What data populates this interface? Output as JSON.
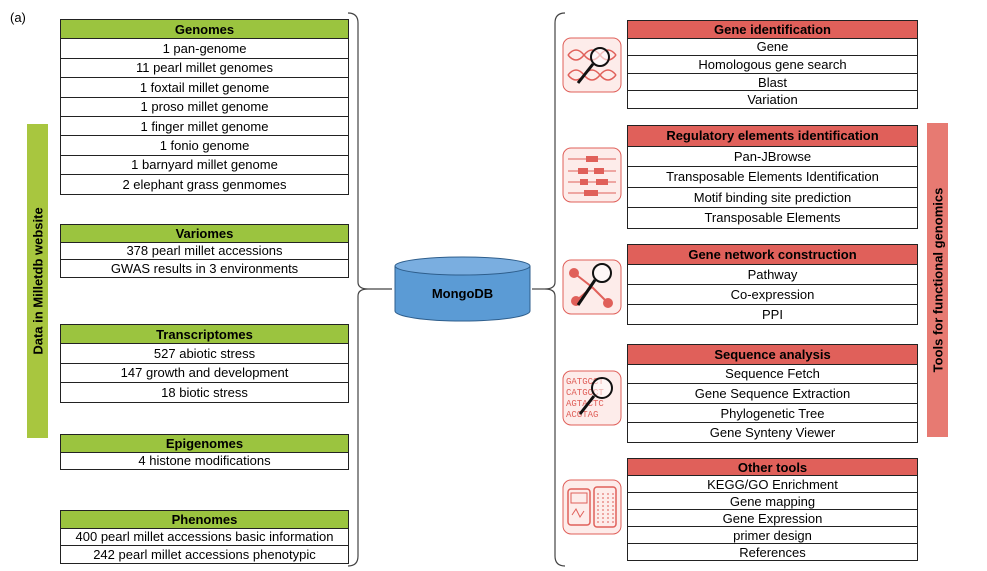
{
  "panel_label": "(a)",
  "left_sidebar_label": "Data in Milletdb website",
  "right_sidebar_label": "Tools for functional genomics",
  "center_db": "MongoDB",
  "data_groups": [
    {
      "title": "Genomes",
      "items": [
        "1 pan-genome",
        "11 pearl millet genomes",
        "1 foxtail millet genome",
        "1 proso millet genome",
        "1 finger millet genome",
        "1 fonio genome",
        "1 barnyard millet genome",
        "2 elephant grass  genmomes"
      ]
    },
    {
      "title": "Variomes",
      "items": [
        "378 pearl millet accessions",
        "GWAS results in 3 environments"
      ]
    },
    {
      "title": "Transcriptomes",
      "items": [
        "527 abiotic stress",
        "147 growth and development",
        "18 biotic stress"
      ]
    },
    {
      "title": "Epigenomes",
      "items": [
        "4 histone modifications"
      ]
    },
    {
      "title": "Phenomes",
      "items": [
        "400 pearl millet accessions basic information",
        "242 pearl millet accessions phenotypic"
      ]
    }
  ],
  "tool_groups": [
    {
      "title": "Gene identification",
      "icon": "dna-magnifier-icon",
      "items": [
        "Gene",
        "Homologous gene search",
        "Blast",
        "Variation"
      ]
    },
    {
      "title": "Regulatory elements identification",
      "icon": "gene-track-icon",
      "items": [
        "Pan-JBrowse",
        "Transposable Elements Identification",
        "Motif binding site prediction",
        "Transposable Elements"
      ]
    },
    {
      "title": "Gene network construction",
      "icon": "network-magnifier-icon",
      "items": [
        "Pathway",
        "Co-expression",
        "PPI"
      ]
    },
    {
      "title": "Sequence  analysis",
      "icon": "sequence-magnifier-icon",
      "items": [
        "Sequence Fetch",
        "Gene Sequence Extraction",
        "Phylogenetic Tree",
        "Gene Synteny Viewer"
      ]
    },
    {
      "title": "Other tools",
      "icon": "lab-device-icon",
      "items": [
        "KEGG/GO Enrichment",
        "Gene mapping",
        "Gene Expression",
        "primer design",
        "References"
      ]
    }
  ],
  "sequence_icon_text": [
    "GATGCCT",
    "CATGCCT",
    "AGTACTC",
    "ACGTAG"
  ],
  "colors": {
    "green": "#9bc43f",
    "red": "#e0605a",
    "sidebar_red": "#e77a72",
    "db_blue": "#5b9bd5"
  }
}
